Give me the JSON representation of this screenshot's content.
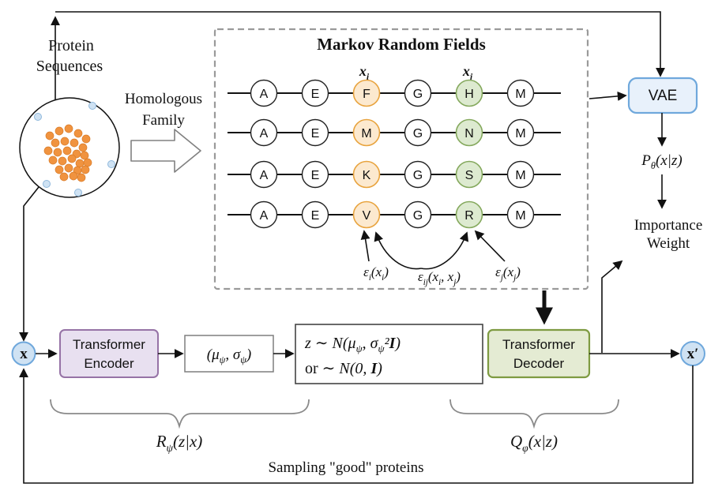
{
  "colors": {
    "vae_fill": "#E8F1FB",
    "vae_stroke": "#6FA8DC",
    "encoder_fill": "#E8E0F0",
    "encoder_stroke": "#9673A6",
    "decoder_fill": "#E4EBD3",
    "decoder_stroke": "#7E9B42",
    "node_orange_fill": "#FCE9CF",
    "node_orange_stroke": "#E8A33D",
    "node_green_fill": "#DDEAD0",
    "node_green_stroke": "#84A85C",
    "io_node_fill": "#CFE2F3",
    "io_node_stroke": "#6FA8DC",
    "cluster_dot": "#F0933F",
    "outlier_dot": "#CFE2F3"
  },
  "diagram": {
    "protein": {
      "line1": "Protein",
      "line2": "Sequences"
    },
    "homologous": {
      "line1": "Homologous",
      "line2": "Family"
    },
    "mrf": {
      "title": "Markov Random Fields",
      "x_i": {
        "p1": "x",
        "s1": "i"
      },
      "x_j": {
        "p1": "x",
        "s1": "j"
      },
      "rows": [
        [
          "A",
          "E",
          "F",
          "G",
          "H",
          "M"
        ],
        [
          "A",
          "E",
          "M",
          "G",
          "N",
          "M"
        ],
        [
          "A",
          "E",
          "K",
          "G",
          "S",
          "M"
        ],
        [
          "A",
          "E",
          "V",
          "G",
          "R",
          "M"
        ]
      ],
      "eps_i": {
        "p1": "ε",
        "s1": "i",
        "p2": "(x",
        "s2": "i",
        "p3": ")"
      },
      "eps_ij": {
        "p1": "ε",
        "s1": "ij",
        "p2": "(x",
        "s2": "i",
        "p3": ", x",
        "s3": "j",
        "p4": ")"
      },
      "eps_j": {
        "p1": "ε",
        "s1": "j",
        "p2": "(x",
        "s2": "j",
        "p3": ")"
      }
    },
    "vae_label": "VAE",
    "p_theta": {
      "p1": "P",
      "s1": "θ",
      "p2": "(x|z)"
    },
    "importance": {
      "line1": "Importance",
      "line2": "Weight"
    },
    "x_node": "x",
    "x_prime_node": "x′",
    "encoder": {
      "line1": "Transformer",
      "line2": "Encoder"
    },
    "mu_sigma": {
      "p1": "(μ",
      "s1": "ψ",
      "p2": ", σ",
      "s2": "ψ",
      "p3": ")"
    },
    "z_box": {
      "line1": {
        "p1": "z ∼ N(μ",
        "s1": "ψ",
        "p2": ", σ",
        "s2": "ψ",
        "p3": "²",
        "b1": "I",
        "p4": ")"
      },
      "line2": {
        "u1": "or ",
        "p1": "∼ N(0,",
        "b1": " I",
        "p2": ")"
      }
    },
    "decoder": {
      "line1": "Transformer",
      "line2": "Decoder"
    },
    "r_psi": {
      "p1": "R",
      "s1": "ψ",
      "p2": "(z|x)"
    },
    "q_phi": {
      "p1": "Q",
      "s1": "φ",
      "p2": "(x|z)"
    },
    "sampling": "Sampling \"good\" proteins"
  }
}
